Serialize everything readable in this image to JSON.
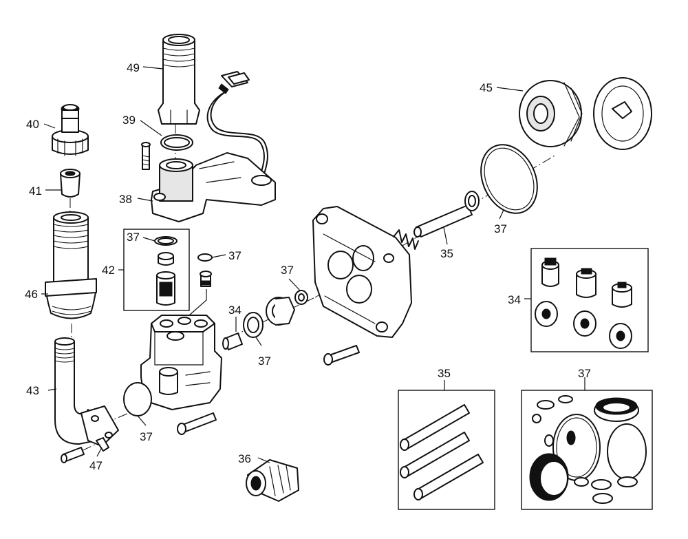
{
  "callouts": [
    {
      "id": "c49",
      "text": "49"
    },
    {
      "id": "c39",
      "text": "39"
    },
    {
      "id": "c40",
      "text": "40"
    },
    {
      "id": "c38",
      "text": "38"
    },
    {
      "id": "c41",
      "text": "41"
    },
    {
      "id": "c37a",
      "text": "37"
    },
    {
      "id": "c42",
      "text": "42"
    },
    {
      "id": "c37b",
      "text": "37"
    },
    {
      "id": "c46",
      "text": "46"
    },
    {
      "id": "c34a",
      "text": "34"
    },
    {
      "id": "c37c",
      "text": "37"
    },
    {
      "id": "c43",
      "text": "43"
    },
    {
      "id": "c37d",
      "text": "37"
    },
    {
      "id": "c47",
      "text": "47"
    },
    {
      "id": "c36",
      "text": "36"
    },
    {
      "id": "c37e",
      "text": "37"
    },
    {
      "id": "c35a",
      "text": "35"
    },
    {
      "id": "c37f",
      "text": "37"
    },
    {
      "id": "c45",
      "text": "45"
    },
    {
      "id": "c34b",
      "text": "34"
    },
    {
      "id": "c35b",
      "text": "35"
    },
    {
      "id": "c37g",
      "text": "37"
    }
  ]
}
